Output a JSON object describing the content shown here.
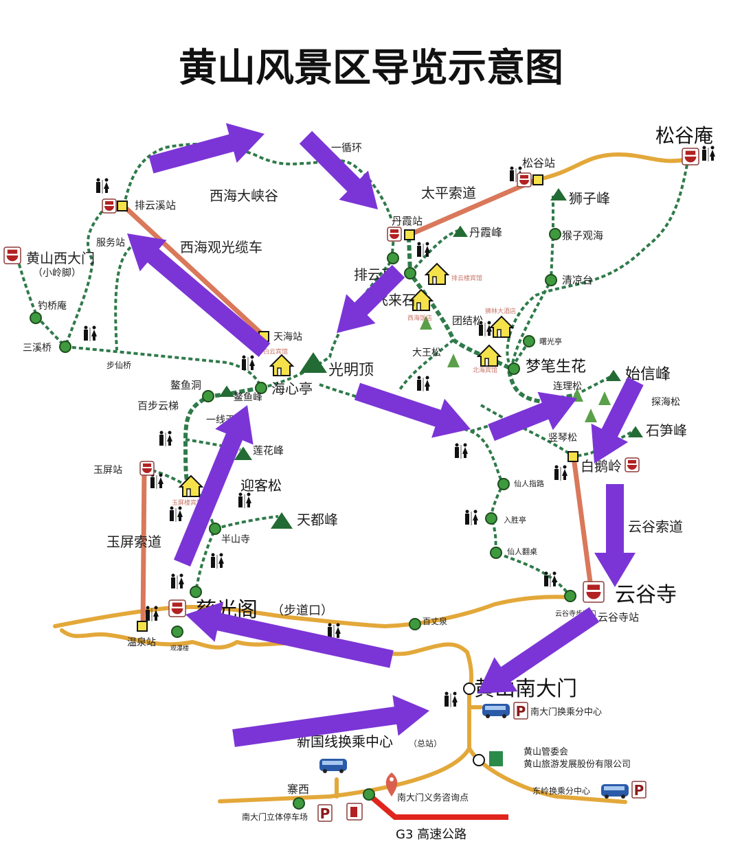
{
  "title": "黄山风景区导览示意图",
  "colors": {
    "trail": "#2f7a4a",
    "road": "#e3a83a",
    "cableway": "#d9785a",
    "arrow": "#7b35d6",
    "highway": "#e0251e",
    "station": "#f5e24a",
    "peak": "#236b34"
  },
  "labels": {
    "loop1": "一循环",
    "xihai_canyon": "西海大峡谷",
    "paiyunxi_station": "排云溪站",
    "service_station": "服务站",
    "xihai_cableway": "西海观光缆车",
    "west_gate": "黄山西大门",
    "west_gate_sub": "（小岭脚）",
    "diaoqiaoan": "钓桥庵",
    "sanxiqiao": "三溪桥",
    "buxianqiao": "步仙桥",
    "tianhai_station": "天海站",
    "baiyun_hotel": "白云宾馆",
    "guangmingding": "光明顶",
    "paiyunting": "排云亭",
    "feilaishi": "飞来石",
    "danxia_station": "丹霞站",
    "danxia_peak": "丹霞峰",
    "taiping_cableway": "太平索道",
    "songgu_station": "松谷站",
    "shizi_peak": "狮子峰",
    "songguan": "松谷庵",
    "houziguanhai": "猴子观海",
    "qingliangtai": "清凉台",
    "paiyunlou_hotel": "排云楼宾馆",
    "xihai_hotel": "西海饭店",
    "shilin_hotel": "狮林大酒店",
    "tuanjiesong": "团结松",
    "shuguangting": "曙光亭",
    "dawangsong": "大王松",
    "beihai_hotel": "北海宾馆",
    "mengbishenghua": "梦笔生花",
    "shixin_peak": "始信峰",
    "lianlisong": "连理松",
    "tanhaisong": "探海松",
    "shuqinsong": "竖琴松",
    "shisun_peak": "石笋峰",
    "baieling": "白鹅岭",
    "yungu_cableway": "云谷索道",
    "xianrenzhilu": "仙人指路",
    "rushengting": "入胜亭",
    "xianrenfanzhuo": "仙人翻桌",
    "yungusi": "云谷寺",
    "yungusi_station": "云谷寺站",
    "yungusi_trail": "云谷寺步道口",
    "baizhangquan": "百丈泉",
    "aoyudong": "鳌鱼洞",
    "aoyu_peak": "鳌鱼峰",
    "haixinting": "海心亭",
    "baibuyunti": "百步云梯",
    "yixiantian": "一线天",
    "lianhua_peak": "莲花峰",
    "yuping_station": "玉屏站",
    "yupinglou_hotel": "玉屏楼宾馆",
    "yingkesong": "迎客松",
    "tiandu_peak": "天都峰",
    "banshansi": "半山寺",
    "yuping_cableway": "玉屏索道",
    "ciguangge": "慈光阁",
    "ciguangge_sub": "（步道口）",
    "wenquan_station": "温泉站",
    "guanpulou": "观瀑楼",
    "south_gate": "黄山南大门",
    "south_gate_transfer": "南大门换乘分中心",
    "xinguoxian_transfer": "新国线换乘中心",
    "xinguoxian_sub": "（总站）",
    "management": "黄山管委会",
    "tourism_company": "黄山旅游发展股份有限公司",
    "zhaixi": "寨西",
    "info_point": "南大门义务咨询点",
    "dongling_transfer": "东岭换乘分中心",
    "parking_garage": "南大门立体停车场",
    "highway": "G3 高速公路",
    "parking": "P"
  }
}
